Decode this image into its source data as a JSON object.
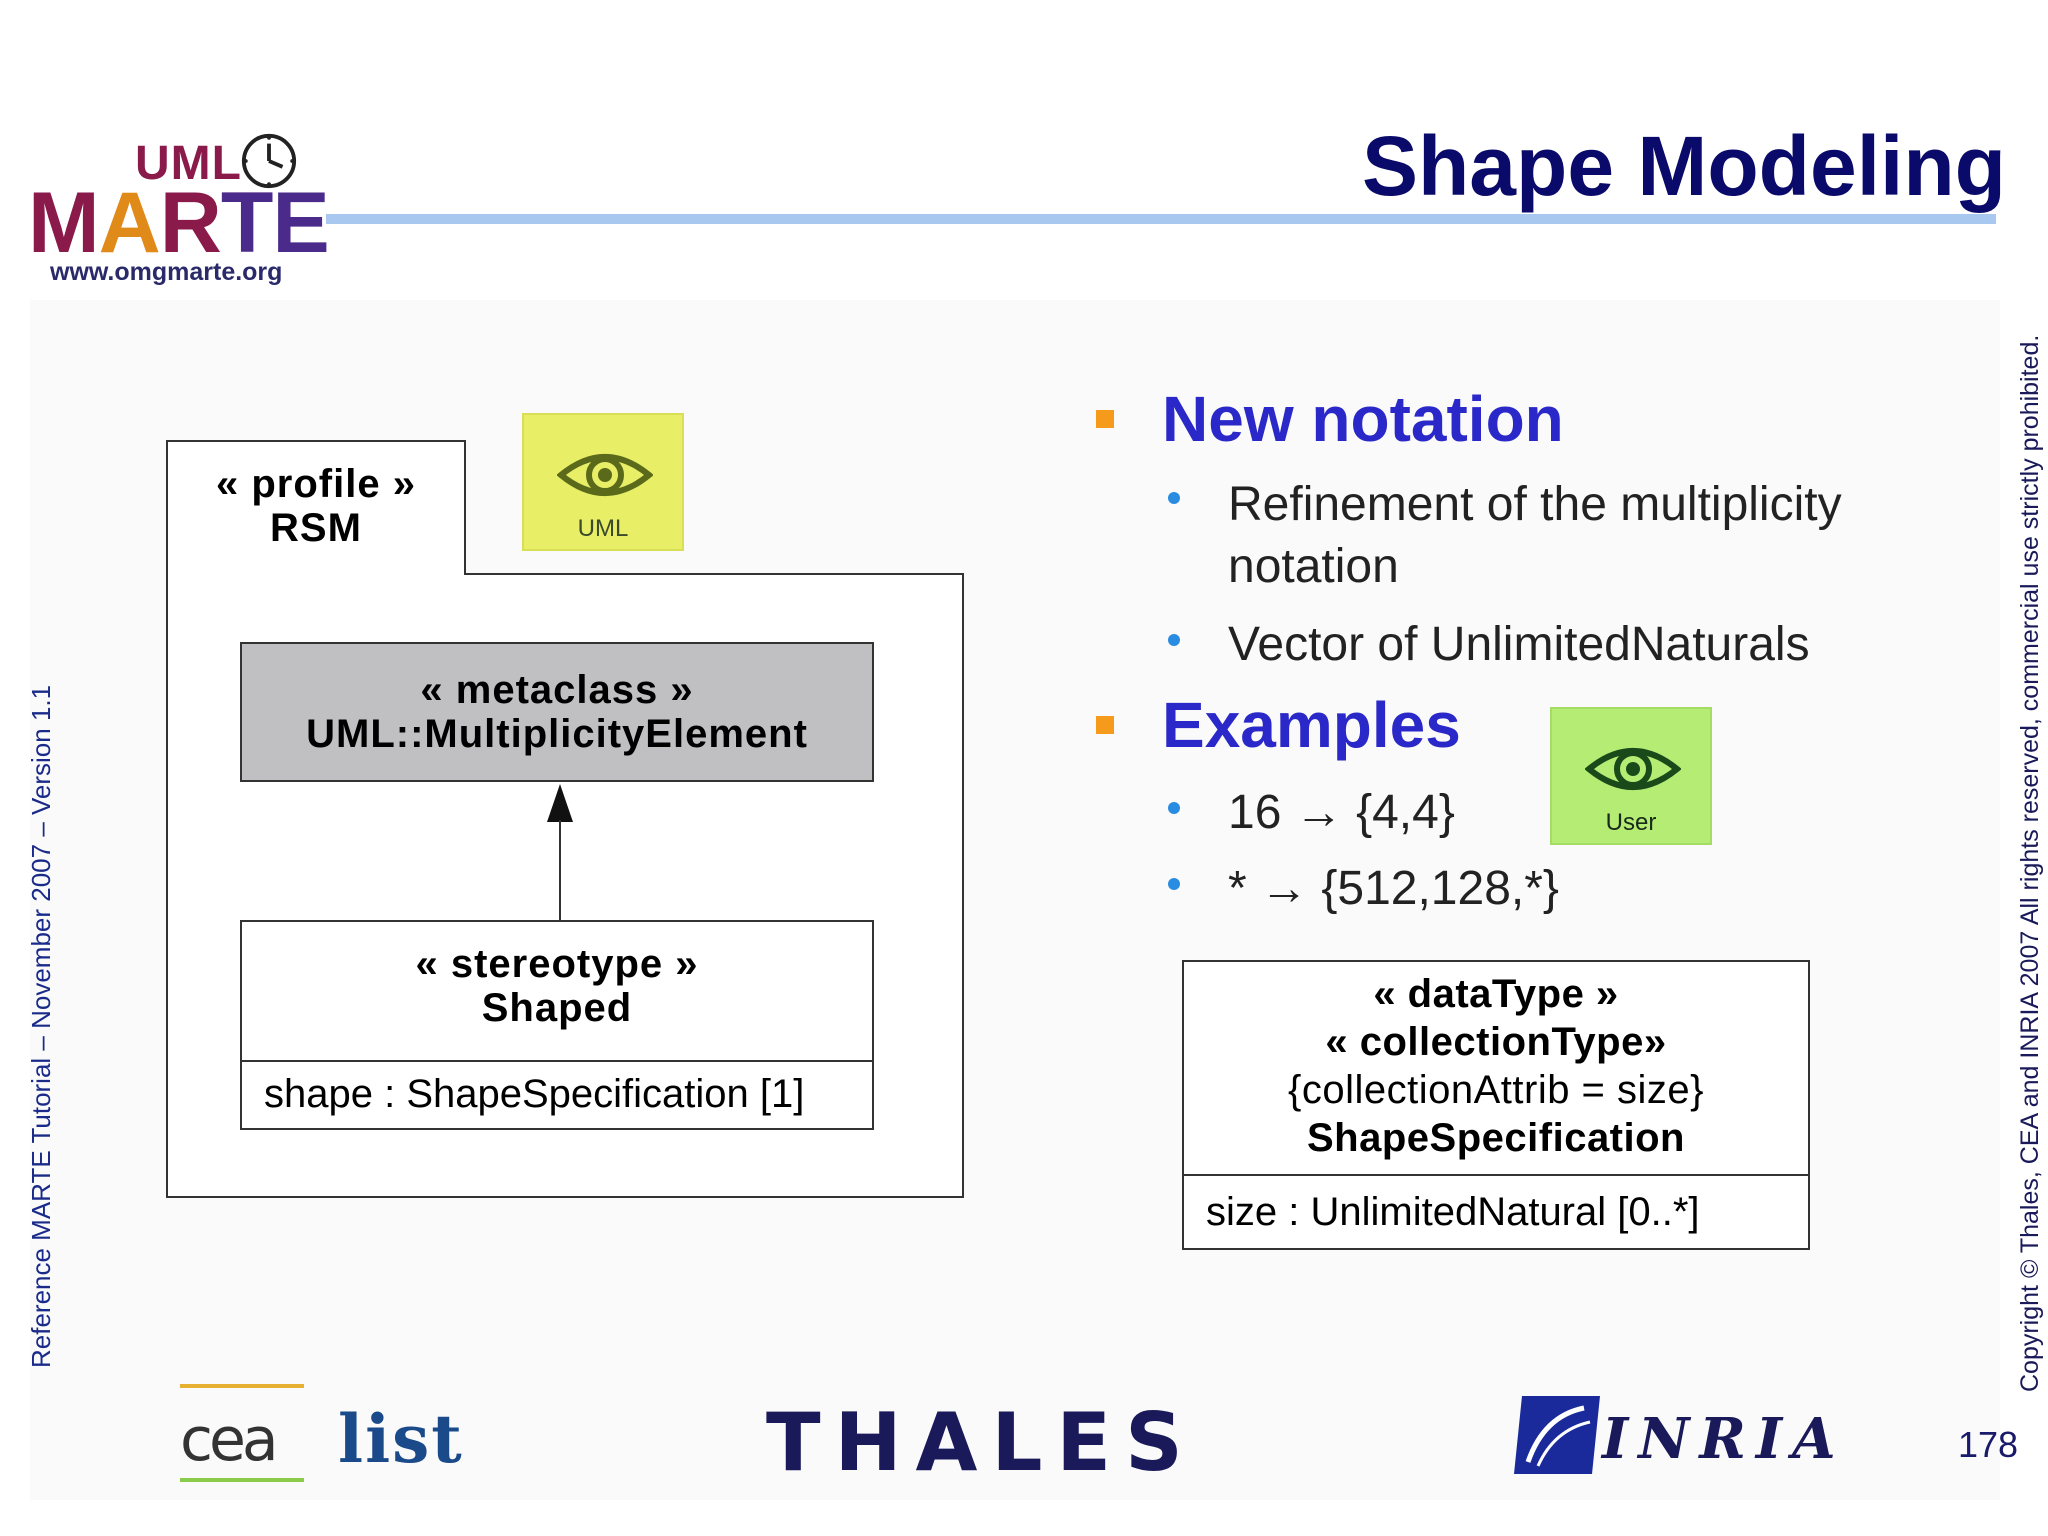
{
  "header": {
    "logo_uml": "UML",
    "logo_marte": "MARTE",
    "logo_url": "www.omgmarte.org",
    "title": "Shape Modeling"
  },
  "side": {
    "left": "Reference MARTE Tutorial – November 2007 – Version 1.1",
    "right": "Copyright © Thales, CEA and INRIA 2007 All rights reserved, commercial use strictly prohibited.",
    "page_number": "178"
  },
  "diagram": {
    "profile_stereotype": "« profile »",
    "profile_name": "RSM",
    "uml_badge_label": "UML",
    "metaclass_stereotype": "« metaclass »",
    "metaclass_name": "UML::MultiplicityElement",
    "stereotype_keyword": "« stereotype »",
    "stereotype_name": "Shaped",
    "stereotype_attr": "shape : ShapeSpecification [1]"
  },
  "bullets": {
    "new_notation": {
      "heading": "New notation",
      "items": [
        "Refinement of the multiplicity",
        "notation",
        "Vector of UnlimitedNaturals"
      ]
    },
    "examples": {
      "heading": "Examples",
      "items": [
        "16 → {4,4}",
        "* → {512,128,*}"
      ],
      "user_badge_label": "User"
    }
  },
  "datatype": {
    "line1": "« dataType »",
    "line2": "« collectionType»",
    "line3": "{collectionAttrib = size}",
    "line4": "ShapeSpecification",
    "attr": "size : UnlimitedNatural [0..*]"
  },
  "footer": {
    "cea": "cea",
    "list": "list",
    "thales": "THALES",
    "inria": "INRIA"
  },
  "colors": {
    "title": "#0a0a6a",
    "heading_blue": "#2a28c8",
    "bullet_square": "#f59a1a",
    "bullet_dot": "#2a8ce0",
    "uml_badge": "#e8ee66",
    "user_badge": "#b4ec74",
    "metaclass_fill": "#c0c0c2"
  }
}
